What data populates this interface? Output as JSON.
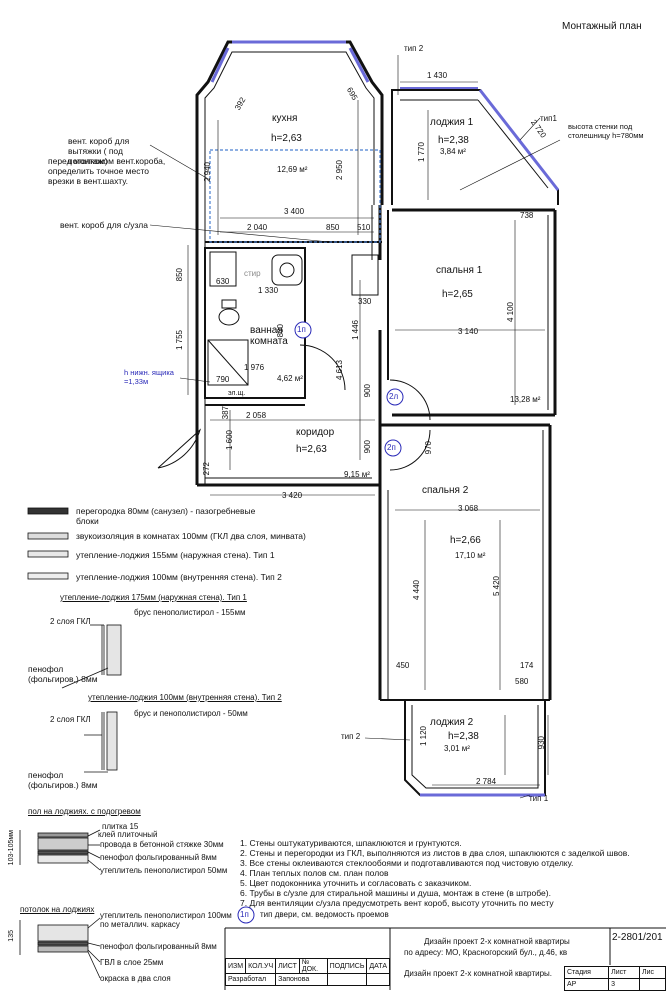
{
  "title": "Монтажный план",
  "rooms": {
    "kitchen": {
      "name": "кухня",
      "h": "h=2,63",
      "area": "12,69 м²"
    },
    "loggia1": {
      "name": "лоджия 1",
      "h": "h=2,38",
      "area": "3,84 м²"
    },
    "bedroom1": {
      "name": "спальня 1",
      "h": "h=2,65",
      "area": "13,28 м²"
    },
    "bathroom": {
      "name": "ванная комната",
      "area": "4,62 м²"
    },
    "corridor": {
      "name": "коридор",
      "h": "h=2,63",
      "area": "9,15 м²"
    },
    "bedroom2": {
      "name": "спальня 2",
      "h": "h=2,66",
      "area": "17,10 м²"
    },
    "loggia2": {
      "name": "лоджия 2",
      "h": "h=2,38",
      "area": "3,01 м²"
    }
  },
  "annotations": {
    "vent_hood": "вент. короб для вытяжки ( под потолком)",
    "vent_hood_note": "перед монтажом вент.короба, определить точное место врезки в вент.шахту.",
    "vent_box": "вент. короб для с/узла",
    "tip2_top": "тип 2",
    "tip1_top": "тип1",
    "tip2_bottom": "тип 2",
    "tip1_bottom": "тип 1",
    "wall_height": "высота стенки под столешницу h=780мм",
    "box_height": "h нижн. ящика =1,33м",
    "washer": "стир",
    "panel": "эл.щ.",
    "door_1p": "1п",
    "door_2l": "2л",
    "door_2p": "2п"
  },
  "dimensions": {
    "d1430": "1 430",
    "d2940": "2 940",
    "d2950": "2 950",
    "d3400": "3 400",
    "d2040": "2 040",
    "d850a": "850",
    "d510": "510",
    "d1770": "1 770",
    "d2720": "2 720",
    "d738": "738",
    "d850b": "850",
    "d630": "630",
    "d1330": "1 330",
    "d330": "330",
    "d1755": "1 755",
    "d800": "800",
    "d1446": "1 446",
    "d4100": "4 100",
    "d3140": "3 140",
    "d1976": "1 976",
    "d4613": "4 613",
    "d790": "790",
    "d387": "387",
    "d2058": "2 058",
    "d900a": "900",
    "d1600": "1 600",
    "d900b": "900",
    "d970": "970",
    "d272": "272",
    "d3420": "3 420",
    "d3068": "3 068",
    "d4440": "4 440",
    "d5420": "5 420",
    "d450": "450",
    "d174": "174",
    "d580": "580",
    "d1120": "1 120",
    "d930": "930",
    "d2784": "2 784",
    "d392": "392",
    "d695": "695"
  },
  "legend": [
    "перегородка 80мм (санузел) - пазогребневые блоки",
    "звукоизоляция в комнатах 100мм (ГКЛ два слоя, минвата)",
    "утепление-лоджия 155мм (наружная стена). Тип 1",
    "утепление-лоджия 100мм (внутренняя стена). Тип 2"
  ],
  "details": {
    "d1_title": "утепление-лоджия 175мм (наружная стена). Тип 1",
    "d1_a": "брус пенополистирол - 155мм",
    "d1_b": "2 слоя ГКЛ",
    "d1_c": "пенофол (фольгиров.) 8мм",
    "d2_title": "утепление-лоджия 100мм (внутренняя стена). Тип 2",
    "d2_a": "брус и пенополистирол - 50мм",
    "d2_b": "2 слоя ГКЛ",
    "d2_c": "пенофол (фольгиров.) 8мм",
    "floor_title": "пол на лоджиях. с подогревом",
    "floor_dim": "103-105мм",
    "floor_1": "плитка 15",
    "floor_2": "клей плиточный",
    "floor_3": "провода в бетонной стяжке 30мм",
    "floor_4": "пенофол фольгированный 8мм",
    "floor_5": "утеплитель пенополистирол 50мм",
    "ceil_title": "потолок на лоджиях",
    "ceil_dim": "135",
    "ceil_1": "утеплитель пенополистирол 100мм",
    "ceil_2": "по металлич. каркасу",
    "ceil_3": "пенофол фольгированный 8мм",
    "ceil_4": "ГВЛ в слое 25мм",
    "ceil_5": "окраска в два слоя"
  },
  "notes": [
    "1. Стены оштукатуриваются, шпаклюются и грунтуются.",
    "2. Стены и перегородки из ГКЛ, выполняются из листов в два слоя, шпаклюются с заделкой швов.",
    "3. Все стены оклеиваются стеклообоями и подготавливаются под чистовую отделку.",
    "4. План теплых полов см. план полов",
    "5. Цвет подоконника уточнить и согласовать с заказчиком.",
    "6. Трубы в с/узле для стиральной машины и душа, монтаж в стене (в штробе).",
    "7. Для вентиляции с/узла предусмотреть вент короб, высоту уточнить по месту"
  ],
  "door_legend": {
    "symbol": "1п",
    "text": "тип двери, см. ведомость проемов"
  },
  "titleblock": {
    "code": "2-2801/201",
    "project": "Дизайн проект 2-х комнатной квартиры",
    "address": "по адресу: МО, Красногорский бул., д.46, кв",
    "project2": "Дизайн проект 2-х комнатной квартиры.",
    "cols": [
      "ИЗМ",
      "КОЛ.УЧ",
      "ЛИСТ",
      "№ ДОК.",
      "ПОДПИСЬ",
      "ДАТА"
    ],
    "role": "Разработал",
    "name": "Запонова",
    "stage_label": "Стадия",
    "sheet_label": "Лист",
    "sheets_label": "Лис",
    "stage": "АР",
    "sheet": "3"
  }
}
